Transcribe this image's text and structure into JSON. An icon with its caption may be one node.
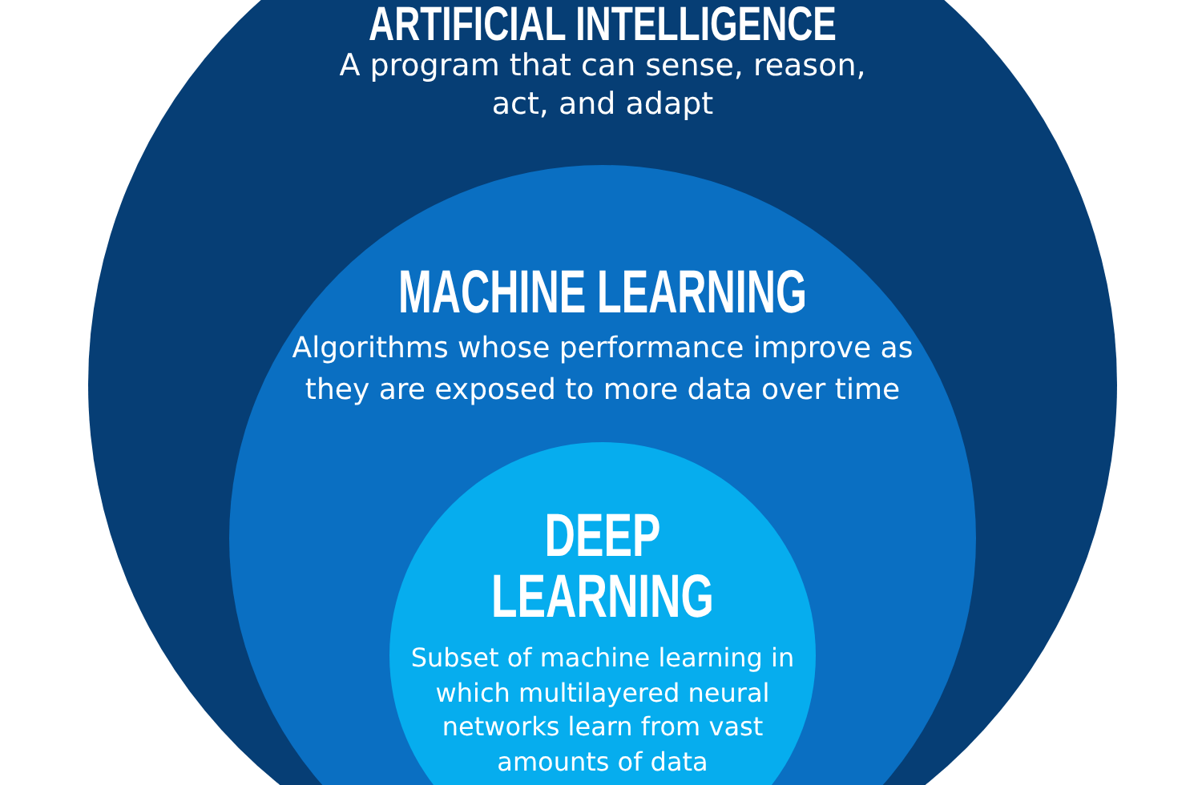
{
  "diagram": {
    "nodes": [
      {
        "text": [
          "ARTIFICIAL INTELLIGENCE",
          "A program that can sense, reason, act, and adapt"
        ]
      },
      {
        "text": [
          "MACHINE LEARNING",
          "Algorithms whose performance improve as they are exposed to more data over time"
        ],
        "in": 0
      },
      {
        "text": [
          "DEEP LEARNING",
          "Subset of machine learning in which multilayered neural networks learn from vast amounts of data"
        ],
        "in": 1
      }
    ]
  }
}
